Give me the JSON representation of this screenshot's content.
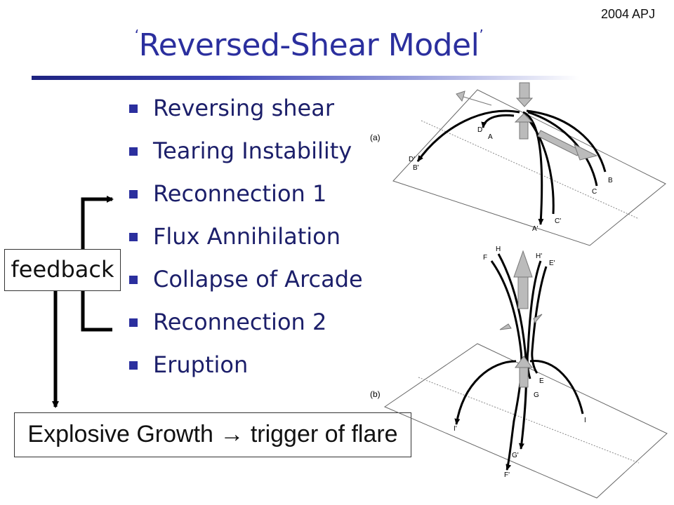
{
  "corner_label": "2004 APJ",
  "title": {
    "open_quote": "‘",
    "text": "Reversed-Shear Model",
    "close_quote": "’"
  },
  "bullets": [
    "Reversing shear",
    "Tearing Instability",
    "Reconnection 1",
    "Flux Annihilation",
    "Collapse of Arcade",
    "Reconnection 2",
    "Eruption"
  ],
  "feedback_label": "feedback",
  "explosive_label": "Explosive Growth → trigger of flare",
  "figure_a": {
    "panel_label": "(a)",
    "point_labels": [
      "D",
      "A",
      "D'",
      "B'",
      "C",
      "B",
      "A'",
      "C'"
    ]
  },
  "figure_b": {
    "panel_label": "(b)",
    "point_labels": [
      "F",
      "H",
      "H'",
      "E'",
      "E",
      "G",
      "I'",
      "I",
      "G'",
      "F'"
    ]
  },
  "colors": {
    "title": "#2b2f9e",
    "bullet_text": "#1c1f6a",
    "rule_dark": "#1e2380",
    "field_line": "#000000",
    "flow_arrow": "#b8b8b8"
  }
}
